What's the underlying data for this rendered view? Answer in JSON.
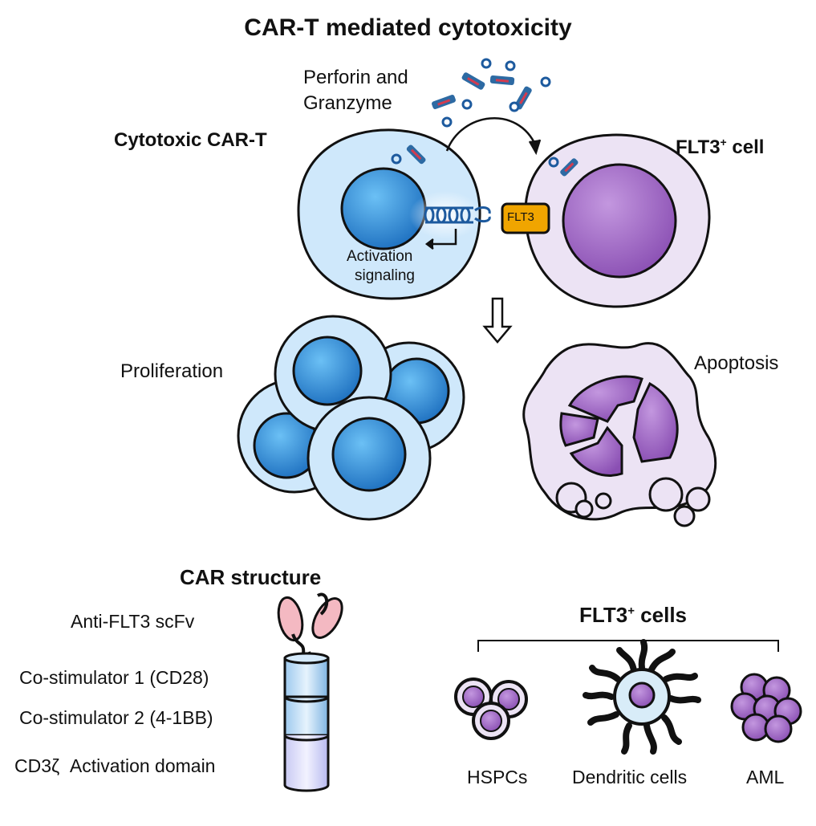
{
  "title": "CAR-T mediated cytotoxicity",
  "perforin_label_line1": "Perforin and",
  "perforin_label_line2": "Granzyme",
  "cart_label": "Cytotoxic CAR-T",
  "flt3_cell_label": "FLT3",
  "flt3_cell_label_sup": "+",
  "flt3_cell_label_suffix": " cell",
  "receptor_label": "FLT3",
  "activation_line1": "Activation",
  "activation_line2": "signaling",
  "proliferation_label": "Proliferation",
  "apoptosis_label": "Apoptosis",
  "car_structure": {
    "title": "CAR structure",
    "parts": [
      "Anti-FLT3 scFv",
      "Co-stimulator 1 (CD28)",
      "Co-stimulator 2 (4-1BB)",
      "CD3ζ  Activation domain"
    ]
  },
  "flt3_cells": {
    "title": "FLT3",
    "title_sup": "+",
    "title_suffix": " cells",
    "types": [
      "HSPCs",
      "Dendritic cells",
      "AML"
    ]
  },
  "colors": {
    "cart_cytoplasm": "#cfe8fb",
    "cart_nucleus": "#2f8fd8",
    "target_cytoplasm": "#ece3f4",
    "target_nucleus": "#a46cc8",
    "flt3_receptor": "#f0a500",
    "granzyme": "#2d6aa3",
    "granzyme_core": "#d33b4f",
    "scfv": "#f4b9c2"
  }
}
